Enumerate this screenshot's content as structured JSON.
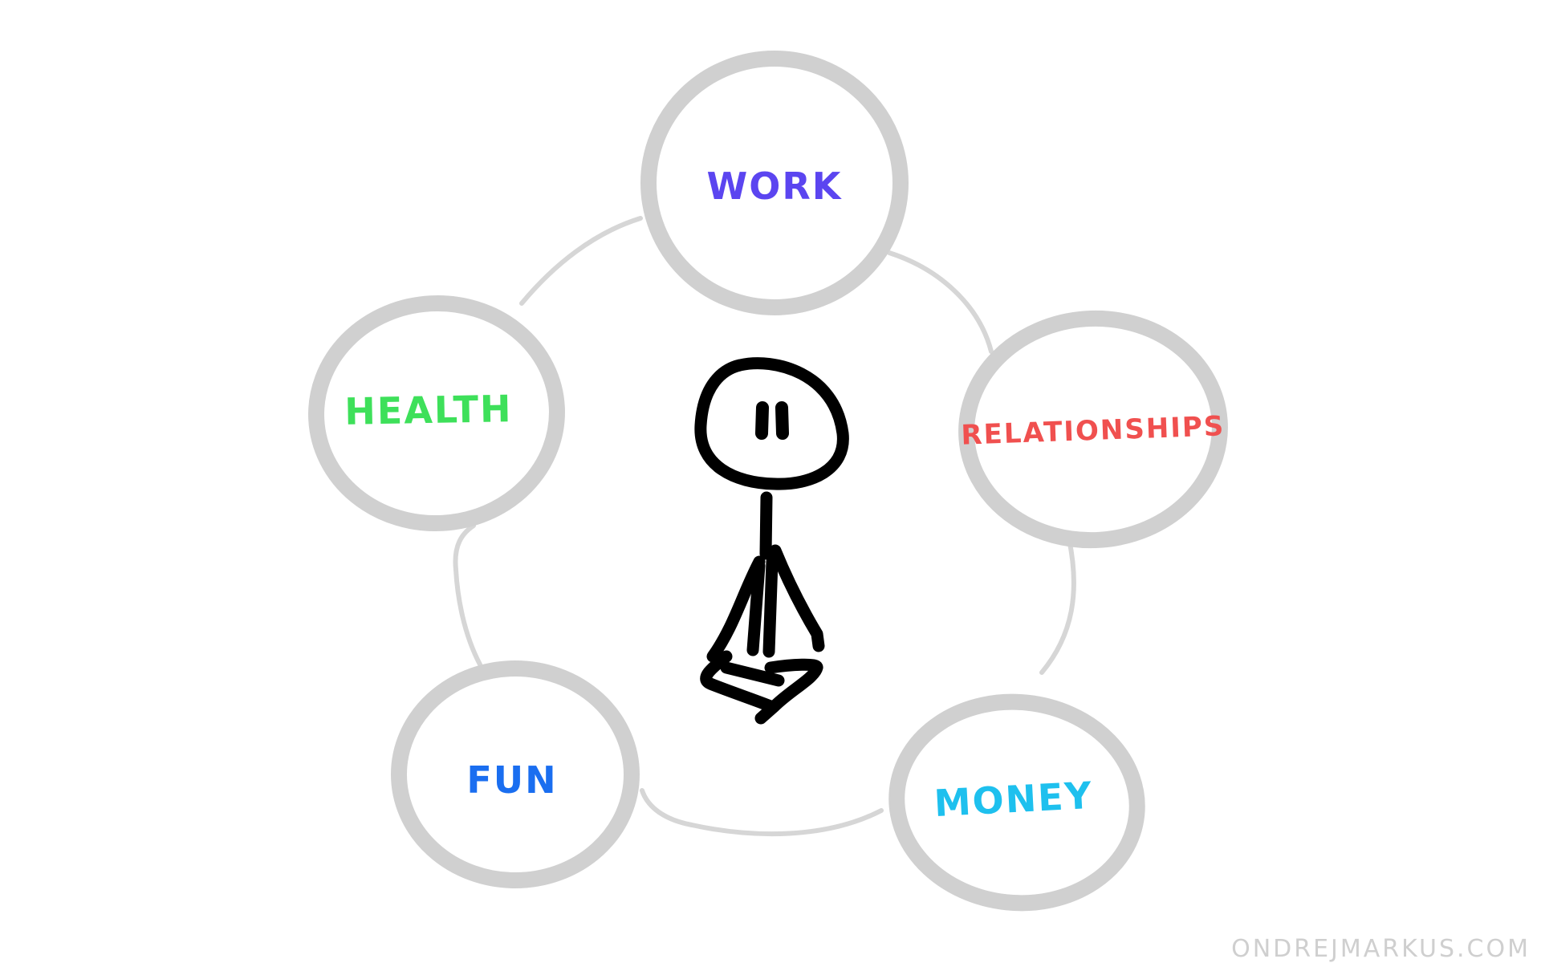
{
  "diagram": {
    "nodes": [
      {
        "id": "work",
        "label": "WORK",
        "color": "#5b45f0"
      },
      {
        "id": "relationships",
        "label": "RELATIONSHIPS",
        "color": "#f0504f"
      },
      {
        "id": "money",
        "label": "MONEY",
        "color": "#1ec0ee"
      },
      {
        "id": "fun",
        "label": "FUN",
        "color": "#1a6ef0"
      },
      {
        "id": "health",
        "label": "HEALTH",
        "color": "#3ee05a"
      }
    ],
    "connections": [
      [
        "work",
        "relationships"
      ],
      [
        "relationships",
        "money"
      ],
      [
        "money",
        "fun"
      ],
      [
        "fun",
        "health"
      ],
      [
        "health",
        "work"
      ]
    ],
    "center_figure": "meditating-stick-figure-icon",
    "circle_color": "#d0d0d0",
    "figure_color": "#000000"
  },
  "watermark": {
    "text": "ONDREJMARKUS.COM",
    "color": "#cfcfcf"
  }
}
